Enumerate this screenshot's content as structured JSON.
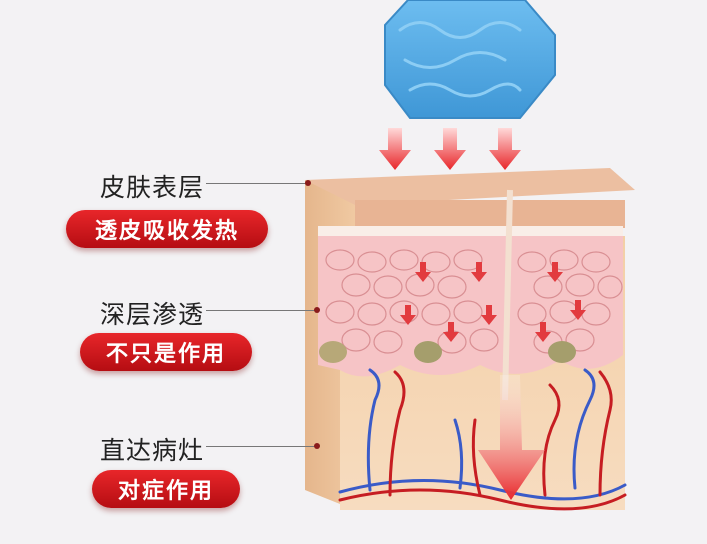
{
  "layers": [
    {
      "label": "皮肤表层",
      "effect": "透皮吸收发热"
    },
    {
      "label": "深层渗透",
      "effect": "不只是作用"
    },
    {
      "label": "直达病灶",
      "effect": "对症作用"
    }
  ],
  "colors": {
    "pill_red": "#d0161b",
    "patch_blue": "#5aaee6",
    "epidermis": "#e6b192",
    "cells": "#f6c6c8",
    "dermis": "#f4d3b0",
    "artery": "#c61d22",
    "vein": "#3a5bc8"
  },
  "icons": [
    "heat-patch-icon",
    "down-arrow-icon",
    "skin-cross-section-icon"
  ]
}
